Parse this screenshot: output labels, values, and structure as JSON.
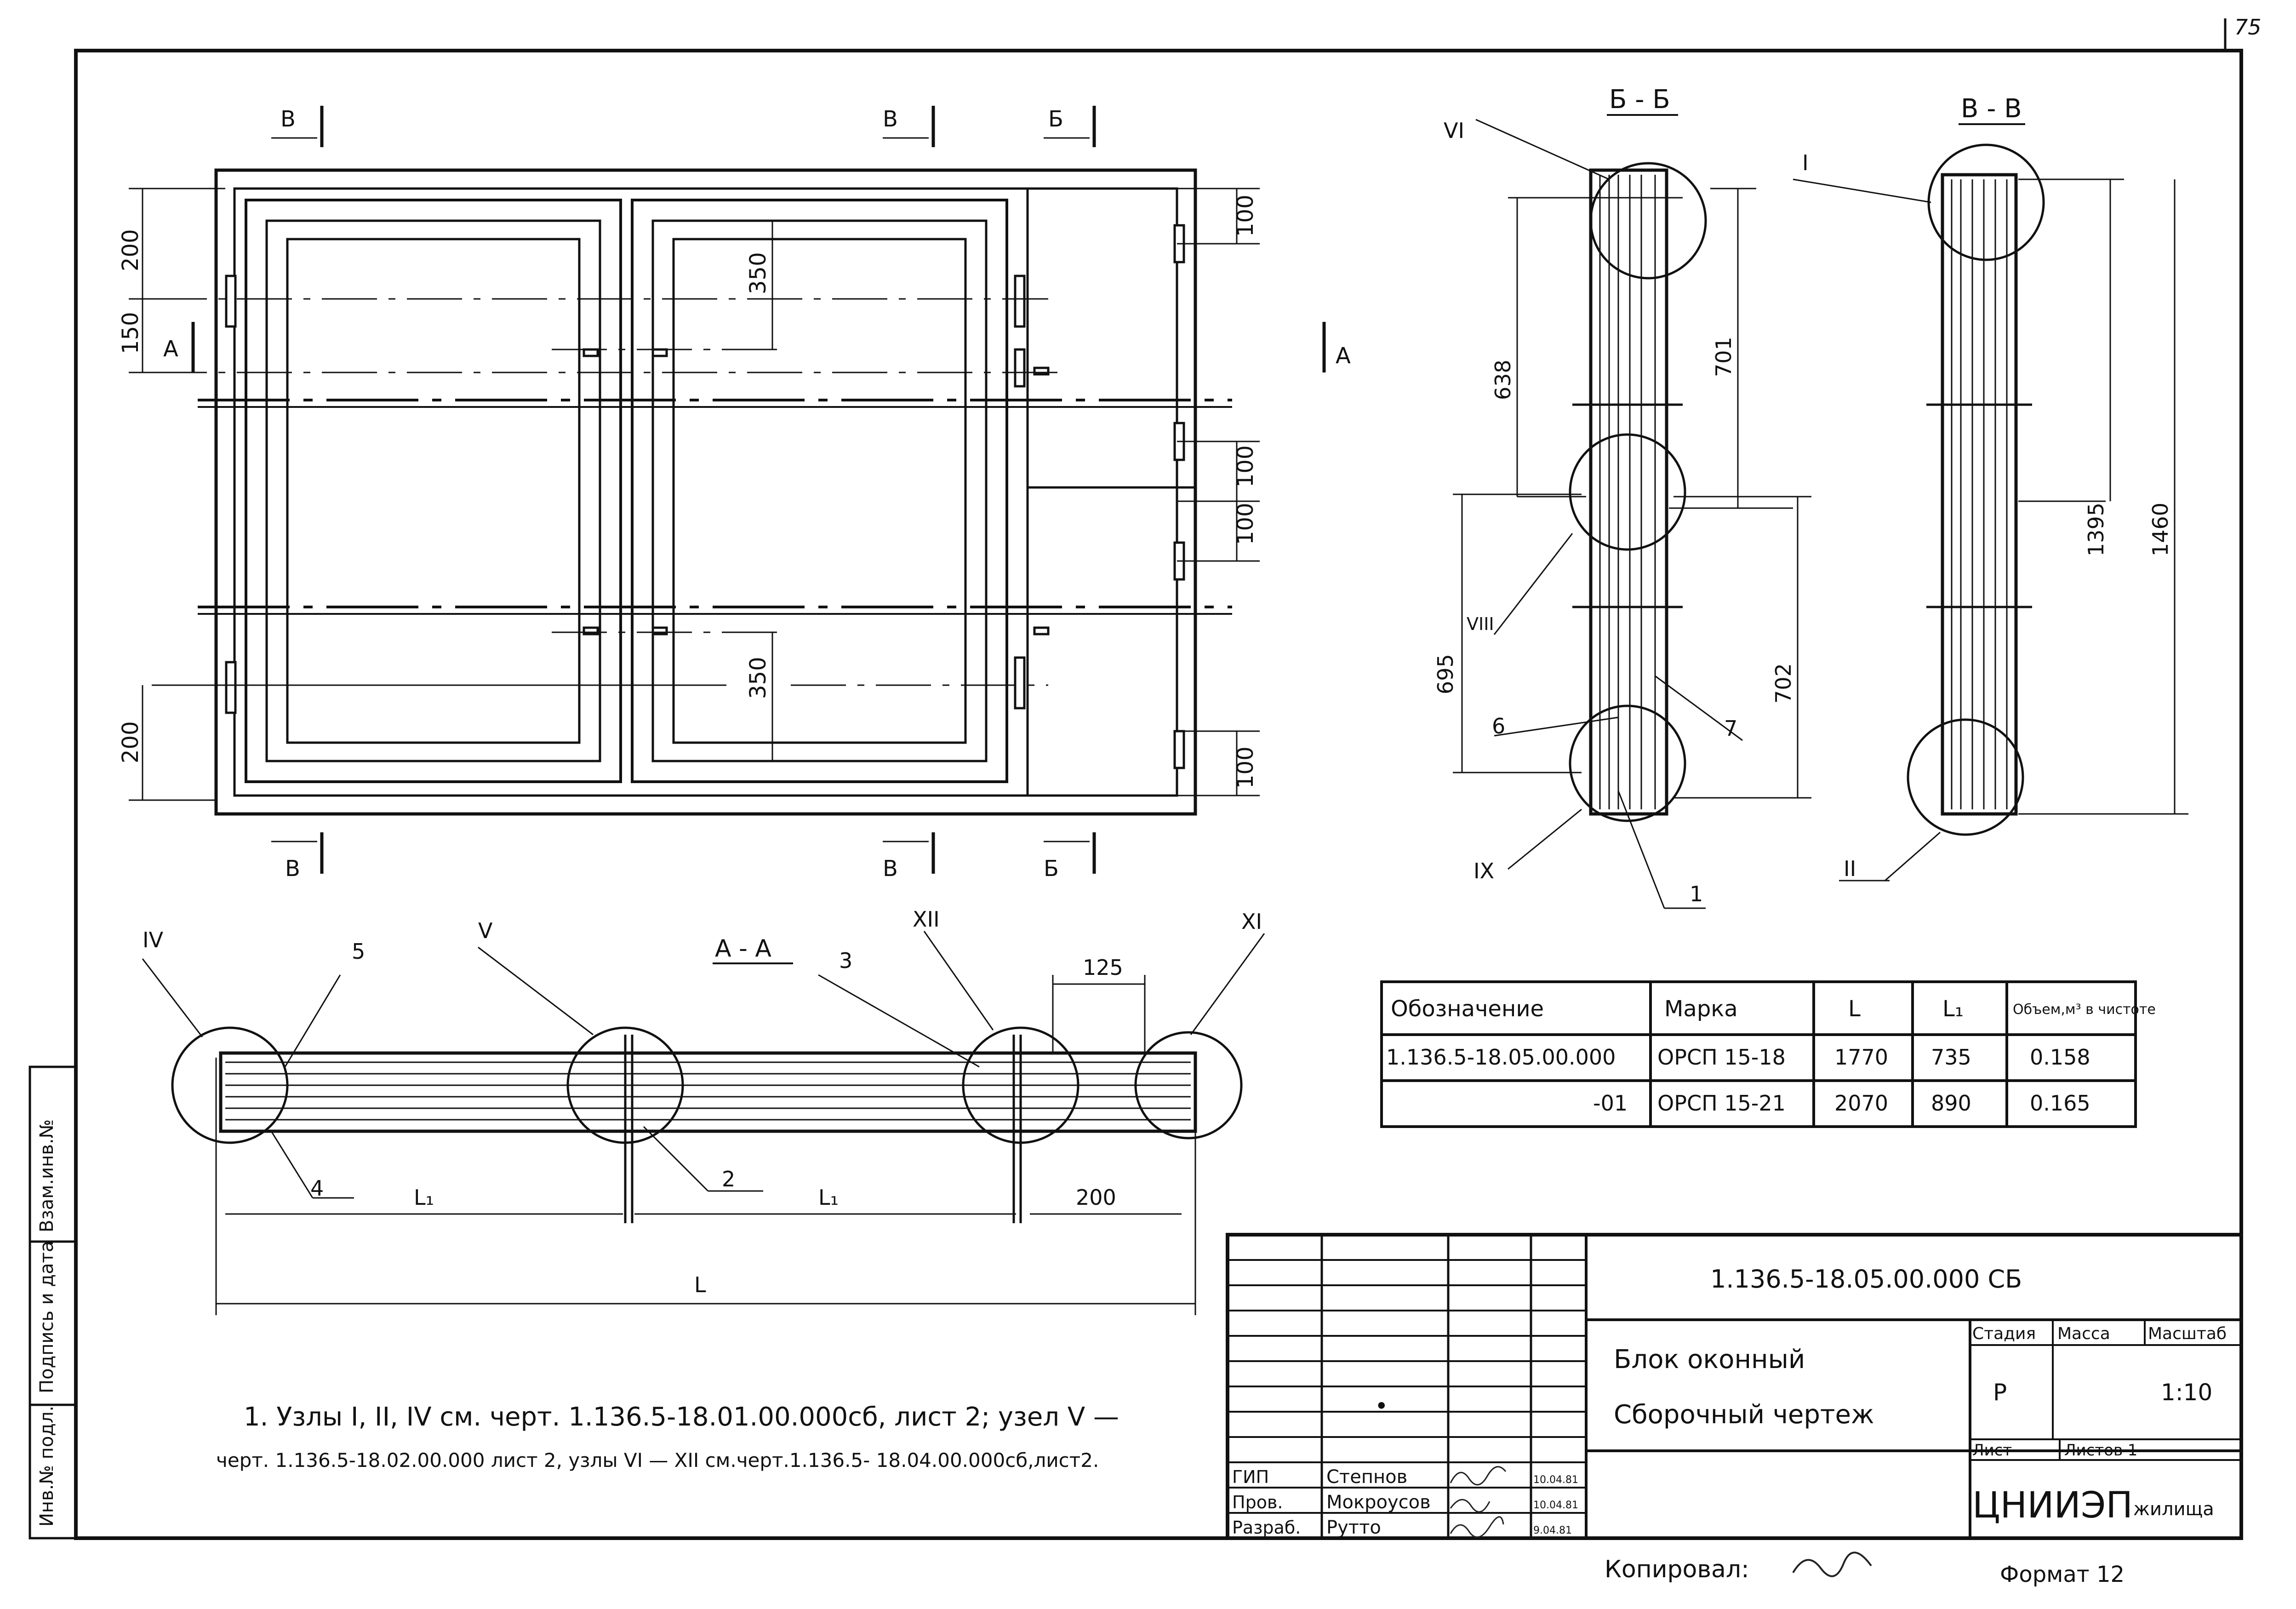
{
  "sheet_number": "75",
  "elevation": {
    "cut_labels": {
      "v": "В",
      "b": "Б",
      "a": "А"
    },
    "dims": {
      "d200": "200",
      "d150": "150",
      "d350": "350",
      "d100": "100"
    }
  },
  "section_bb": {
    "title": "Б - Б",
    "dims": {
      "d638": "638",
      "d701": "701",
      "d695": "695",
      "d702": "702"
    },
    "nodes": {
      "vi": "VI",
      "viii": "VIII",
      "ix": "IX"
    },
    "parts": {
      "p6": "6",
      "p7": "7",
      "p1": "1"
    }
  },
  "section_vv": {
    "title": "В - В",
    "dims": {
      "d1395": "1395",
      "d1460": "1460"
    },
    "nodes": {
      "i": "I",
      "ii": "II"
    }
  },
  "section_aa": {
    "title": "А - А",
    "dims": {
      "d125": "125",
      "l1": "L₁",
      "d200": "200",
      "l": "L"
    },
    "nodes": {
      "iv": "IV",
      "v": "V",
      "xii": "XII",
      "xi": "XI"
    },
    "parts": {
      "p5": "5",
      "p3": "3",
      "p4": "4",
      "p2": "2"
    }
  },
  "spec_table": {
    "headers": [
      "Обозначение",
      "Марка",
      "L",
      "L₁",
      "Объем,м³ в чистоте"
    ],
    "rows": [
      [
        "1.136.5-18.05.00.000",
        "ОРСП 15-18",
        "1770",
        "735",
        "0.158"
      ],
      [
        "-01",
        "ОРСП 15-21",
        "2070",
        "890",
        "0.165"
      ]
    ]
  },
  "notes": {
    "line1": "1. Узлы I, II, IV см. черт. 1.136.5-18.01.00.000сб, лист 2;  узел V —",
    "line2": "черт. 1.136.5-18.02.00.000 лист 2, узлы  VI — XII см.черт.1.136.5- 18.04.00.000сб,лист2."
  },
  "side_stamp": {
    "col1": "Инв.№ подл.",
    "col2": "Подпись и дата",
    "col3": "Взам.инв.№"
  },
  "title_block": {
    "doc_code": "1.136.5-18.05.00.000 СБ",
    "title_line1": "Блок оконный",
    "title_line2": "Сборочный чертеж",
    "stage_label": "Стадия",
    "stage_value": "Р",
    "mass_label": "Масса",
    "scale_label": "Масштаб",
    "scale_value": "1:10",
    "sheet_label": "Лист",
    "sheets_label": "Листов 1",
    "org_main": "ЦНИИЭП",
    "org_sub": "жилища",
    "dot_mark": "•",
    "staff": [
      {
        "role": "ГИП",
        "name": "Степнов",
        "date": "10.04.81"
      },
      {
        "role": "Пров.",
        "name": "Мокроусов",
        "date": "10.04.81"
      },
      {
        "role": "Разраб.",
        "name": "Рутто",
        "date": "9.04.81"
      }
    ]
  },
  "footer": {
    "copied_label": "Копировал:",
    "format_label": "Формат 12"
  }
}
